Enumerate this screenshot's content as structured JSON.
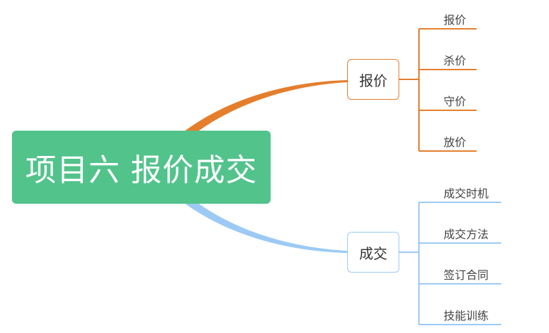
{
  "root": {
    "label": "项目六 报价成交",
    "color": "#52c38b"
  },
  "branches": [
    {
      "label": "报价",
      "color": "#e57e2c",
      "leaves": [
        "报价",
        "杀价",
        "守价",
        "放价"
      ]
    },
    {
      "label": "成交",
      "color": "#9ccaf5",
      "leaves": [
        "成交时机",
        "成交方法",
        "签订合同",
        "技能训练"
      ]
    }
  ]
}
